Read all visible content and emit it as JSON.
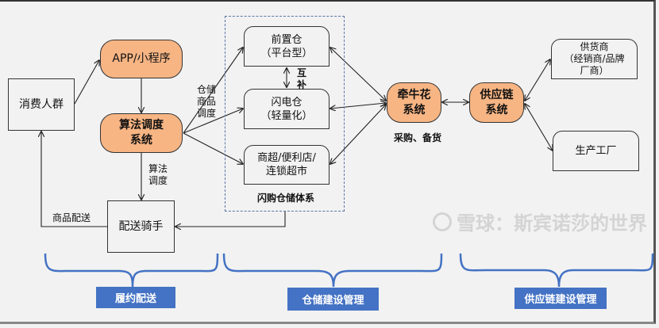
{
  "nodes": {
    "consumers": "消费人群",
    "app": "APP/小程序",
    "algorithm": [
      "算法调度",
      "系统"
    ],
    "rider": "配送骑手",
    "front_warehouse": [
      "前置仓",
      "（平台型）"
    ],
    "flash_warehouse": [
      "闪电仓",
      "（轻量化）"
    ],
    "supermarket": [
      "商超/便利店/",
      "连锁超市"
    ],
    "qianniuhua": [
      "牵牛花",
      "系统"
    ],
    "supply_chain": [
      "供应链",
      "系统"
    ],
    "supplier": [
      "供货商",
      "（经销商/品牌",
      "厂商）"
    ],
    "factory": "生产工厂"
  },
  "edge_labels": {
    "warehouse_dispatch": [
      "仓储",
      "商品",
      "调度"
    ],
    "algo_dispatch": [
      "算法",
      "调度"
    ],
    "delivery": "商品配送",
    "complement": [
      "互",
      "补"
    ],
    "procurement": "采购、备货"
  },
  "group_label": "闪购仓储体系",
  "sections": [
    "履约配送",
    "仓储建设管理",
    "供应链建设管理"
  ],
  "colors": {
    "accent": "#f7b584",
    "section_blue": "#4472c4",
    "dashed_border": "#5a75a8"
  },
  "watermark": "雪球：斯宾诺莎的世界"
}
